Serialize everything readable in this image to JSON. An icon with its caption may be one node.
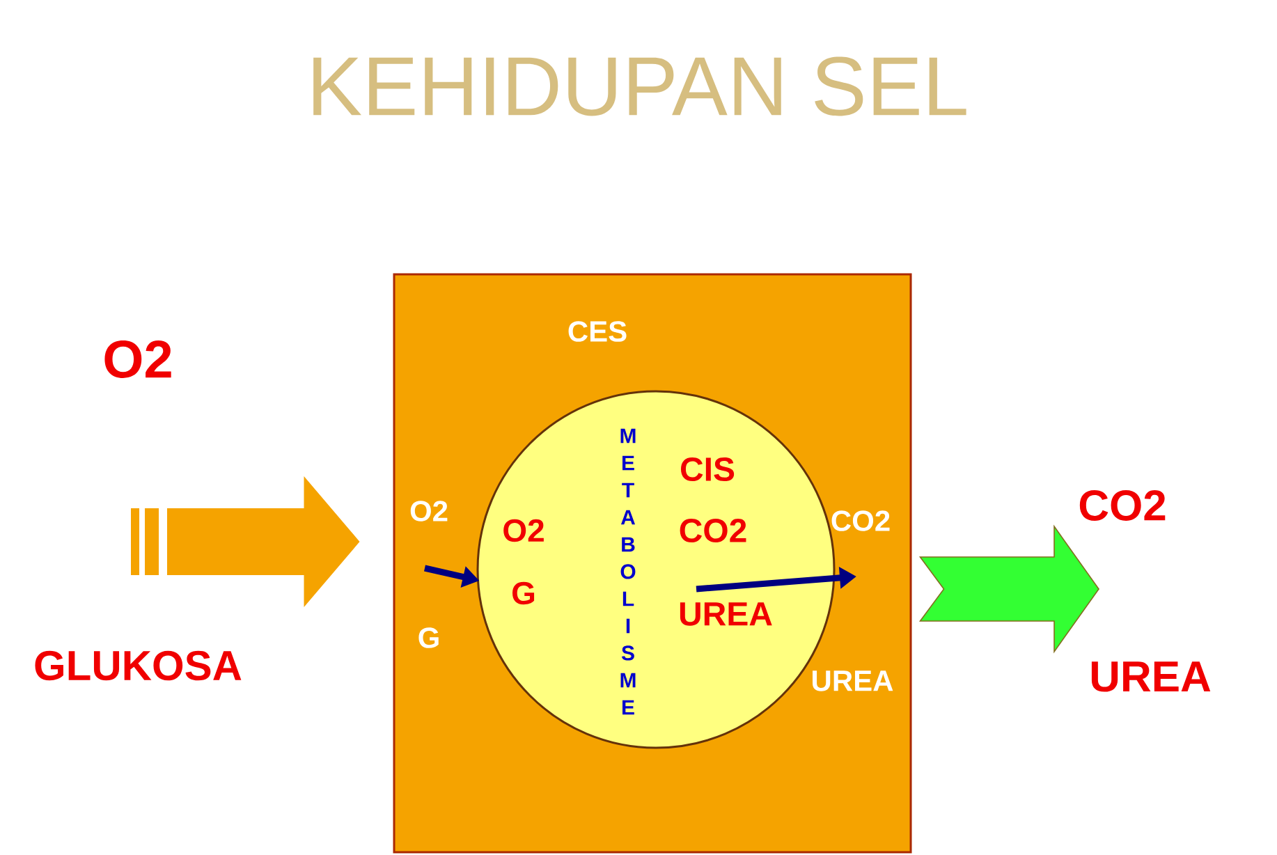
{
  "diagram": {
    "title": "KEHIDUPAN SEL",
    "nodes": [
      {
        "text": [
          "CES"
        ]
      },
      {
        "text": [
          "CIS"
        ],
        "in": 0
      }
    ],
    "edges": [
      {
        "from": null,
        "to": 0,
        "arrow": "to",
        "style": "thick",
        "color": "#f5a300"
      },
      {
        "from": 0,
        "to": null,
        "arrow": "to",
        "style": "thick",
        "color": "#33ff33"
      },
      {
        "from": null,
        "to": 1,
        "arrow": "to",
        "color": "#000080"
      },
      {
        "from": 1,
        "to": null,
        "arrow": "to",
        "color": "#000080"
      }
    ],
    "labels": [
      "O2",
      "METABOLISME",
      "O2",
      "O2",
      "CO2",
      "CO2",
      "CO2",
      "G",
      "UREA",
      "G",
      "GLUKOSA",
      "UREA",
      "UREA"
    ]
  }
}
